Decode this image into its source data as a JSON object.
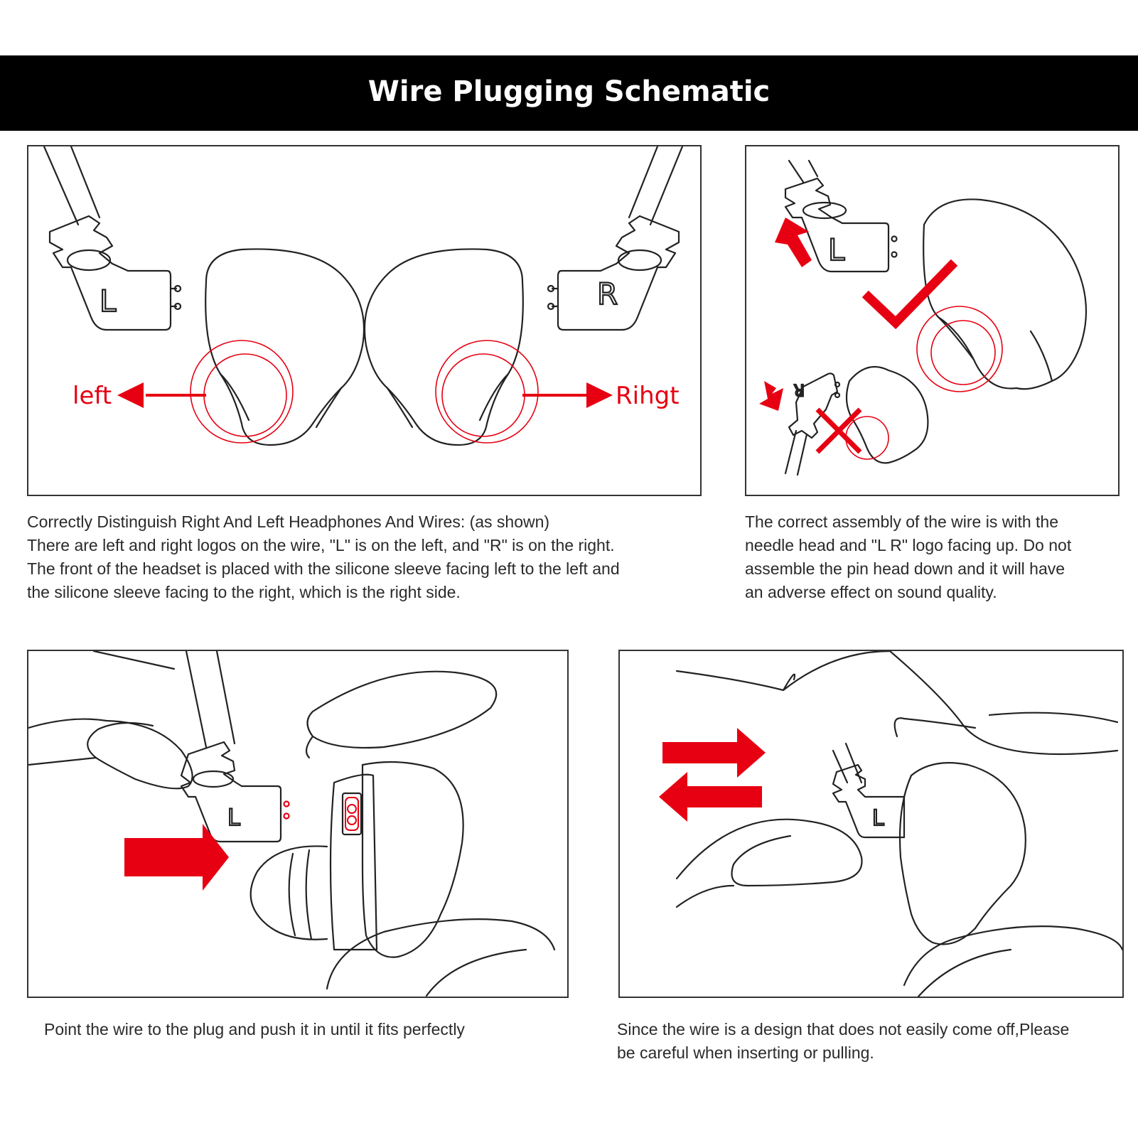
{
  "title": "Wire Plugging Schematic",
  "panel1": {
    "label_left": "left",
    "label_right": "Rihgt",
    "plug_left_letter": "L",
    "plug_right_letter": "R"
  },
  "panel2": {
    "plug_top_letter": "L",
    "plug_bottom_letter": "R"
  },
  "panel3": {
    "plug_letter": "L"
  },
  "panel4": {
    "plug_letter": "L"
  },
  "captions": {
    "top_left": [
      "Correctly Distinguish Right And Left Headphones And Wires: (as shown)",
      "There are left and right logos on the wire, \"L\" is on the left, and \"R\" is on the right.",
      "The front of the headset is placed with the silicone sleeve facing left to the left and",
      "the silicone sleeve facing to the right, which is the right side."
    ],
    "top_right": [
      "The correct assembly of the wire is with the",
      "needle head and \"L R\" logo facing up. Do not",
      "assemble the pin head down and it will have",
      "an adverse effect on sound quality."
    ],
    "bottom_left": [
      "Point the wire to the plug and push it in until it fits perfectly"
    ],
    "bottom_right": [
      "Since the wire is a design that does not easily come off,Please",
      "be careful when inserting or pulling."
    ]
  },
  "colors": {
    "accent": "#e60012",
    "banner": "#000000",
    "line": "#222222"
  }
}
